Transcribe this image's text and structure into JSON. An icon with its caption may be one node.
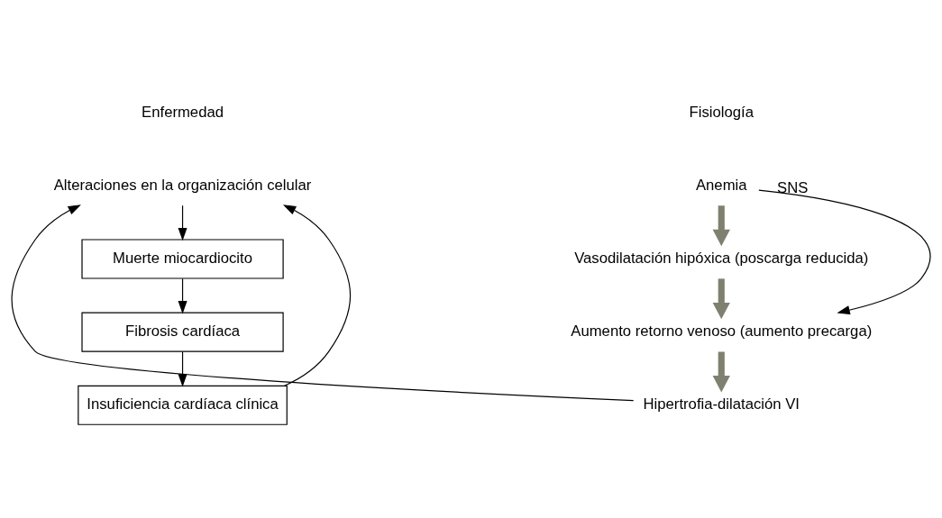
{
  "diagram": {
    "nodes": [
      {
        "text": [
          "Anemia"
        ]
      },
      {
        "text": [
          "Vasodilatación hipóxica (poscarga reducida)"
        ]
      },
      {
        "text": [
          "Aumento retorno venoso (aumento precarga)"
        ]
      },
      {
        "text": [
          "Hipertrofia-dilatación VI"
        ]
      },
      {
        "text": [
          "Alteraciones en la organización celular"
        ]
      },
      {
        "text": [
          "Muerte miocardiocito"
        ]
      },
      {
        "text": [
          "Fibrosis cardíaca"
        ]
      },
      {
        "text": [
          "Insuficiencia cardíaca clínica"
        ]
      }
    ],
    "edges": [
      {
        "from": 0,
        "to": 1,
        "arrow": "to",
        "style": "thick",
        "color": "#808070"
      },
      {
        "from": 1,
        "to": 2,
        "arrow": "to",
        "style": "thick",
        "color": "#808070"
      },
      {
        "from": 2,
        "to": 3,
        "arrow": "to",
        "style": "thick",
        "color": "#808070"
      },
      {
        "from": 0,
        "to": 2,
        "arrow": "to",
        "label": "SNS"
      },
      {
        "from": 3,
        "to": 4,
        "arrow": "to"
      },
      {
        "from": 4,
        "to": 5,
        "arrow": "to"
      },
      {
        "from": 5,
        "to": 6,
        "arrow": "to"
      },
      {
        "from": 6,
        "to": 7,
        "arrow": "to"
      },
      {
        "from": 7,
        "to": 4,
        "arrow": "to"
      }
    ],
    "labels": [
      "Fisiología",
      "Enfermedad"
    ]
  }
}
